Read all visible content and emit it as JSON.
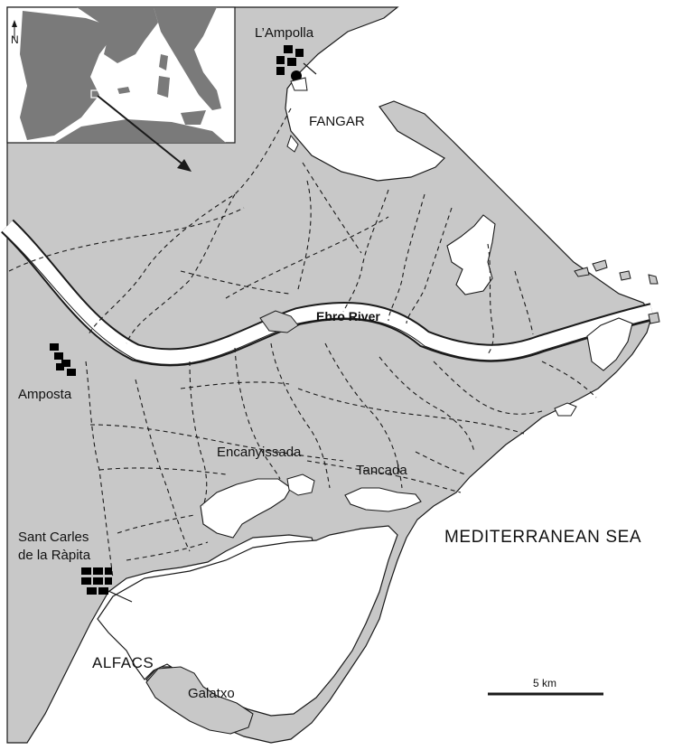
{
  "colors": {
    "land": "#c8c8c8",
    "water": "#ffffff",
    "outline": "#1a1a1a",
    "inset_land": "#7a7a7a",
    "town_block": "#000000"
  },
  "towns": {
    "ampolla": "L’Ampolla",
    "amposta": "Amposta",
    "sant_carles_line1": "Sant Carles",
    "sant_carles_line2": "de la Ràpita"
  },
  "bays": {
    "fangar": "FANGAR",
    "alfacs": "ALFACS"
  },
  "lagoons": {
    "encanyissada": "Encanyissada",
    "tancada": "Tancada",
    "galatxo": "Galatxo"
  },
  "river": "Ebro River",
  "sea": "MEDITERRANEAN SEA",
  "scale_bar": {
    "label": "5 km"
  },
  "inset": {
    "north_label": "N"
  }
}
